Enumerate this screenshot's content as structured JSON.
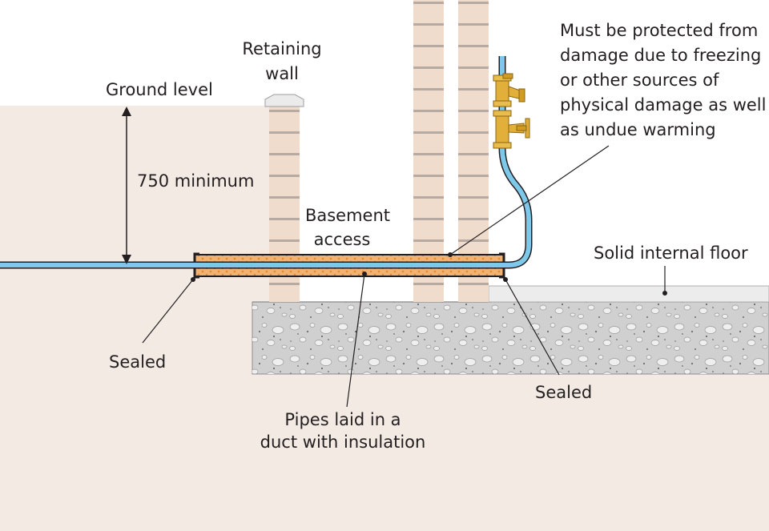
{
  "labels": {
    "retaining_wall_1": "Retaining",
    "retaining_wall_2": "wall",
    "ground_level": "Ground level",
    "minimum_depth": "750 minimum",
    "basement_access_1": "Basement",
    "basement_access_2": "access",
    "protection_note": [
      "Must be protected from",
      "damage due to freezing",
      "or other sources of",
      "physical damage as well",
      "as undue warming"
    ],
    "solid_internal_floor": "Solid internal floor",
    "sealed_left": "Sealed",
    "sealed_right": "Sealed",
    "duct_note_1": "Pipes laid in a",
    "duct_note_2": "duct with insulation"
  },
  "colors": {
    "ground": "#f4eae4",
    "brick": "#f0dccd",
    "mortar": "#b7aaa2",
    "pipe": "#7ec8ea",
    "insulation": "#f2b272",
    "concrete": "#d0d0d0",
    "floor_screed": "#ececec",
    "brass": "#e2b03a"
  }
}
